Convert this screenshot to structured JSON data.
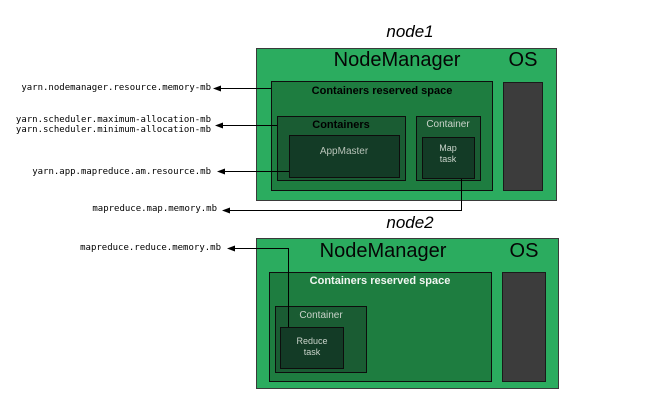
{
  "diagram": {
    "nodes": [
      {
        "title": "node1",
        "node_manager": "NodeManager",
        "os": "OS",
        "reserved_space": "Containers reserved space",
        "containers": "Containers",
        "app_master": "AppMaster",
        "container": "Container",
        "task": "Map\ntask"
      },
      {
        "title": "node2",
        "node_manager": "NodeManager",
        "os": "OS",
        "reserved_space": "Containers reserved space",
        "container": "Container",
        "task": "Reduce\ntask"
      }
    ],
    "config_labels": [
      "yarn.nodemanager.resource.memory-mb",
      "yarn.scheduler.maximum-allocation-mb",
      "yarn.scheduler.minimum-allocation-mb",
      "yarn.app.mapreduce.am.resource.mb",
      "mapreduce.map.memory.mb",
      "mapreduce.reduce.memory.mb"
    ],
    "colors": {
      "node_fill": "#2bac5f",
      "reserved_fill": "#1e7d40",
      "container_fill": "#1a5c33",
      "task_fill": "#133b26",
      "os_fill": "#3c3c3c",
      "line": "#000000"
    }
  }
}
